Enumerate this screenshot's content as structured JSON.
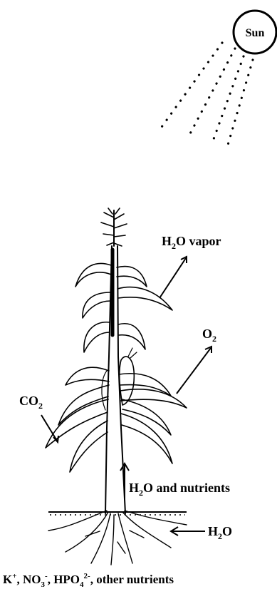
{
  "labels": {
    "sun": "Sun",
    "vapor_h": "H",
    "vapor_sub": "2",
    "vapor_rest": "O vapor",
    "o2_main": "O",
    "o2_sub": "2",
    "co2_main": "CO",
    "co2_sub": "2",
    "nutr_h": "H",
    "nutr_sub": "2",
    "nutr_rest": "O and nutrients",
    "water_h": "H",
    "water_sub": "2",
    "water_rest": "O",
    "ion_k": "K",
    "ion_k_sup": "+",
    "ion_sep1": ", NO",
    "ion_no_sub": "3",
    "ion_no_sup": "-",
    "ion_sep2": ", HPO",
    "ion_hpo_sub": "4",
    "ion_hpo_sup": "2-",
    "ion_rest": ", other nutrients"
  },
  "colors": {
    "ink": "#000000",
    "background": "#ffffff"
  },
  "icons": [
    "sun-icon",
    "corn-plant-icon"
  ]
}
